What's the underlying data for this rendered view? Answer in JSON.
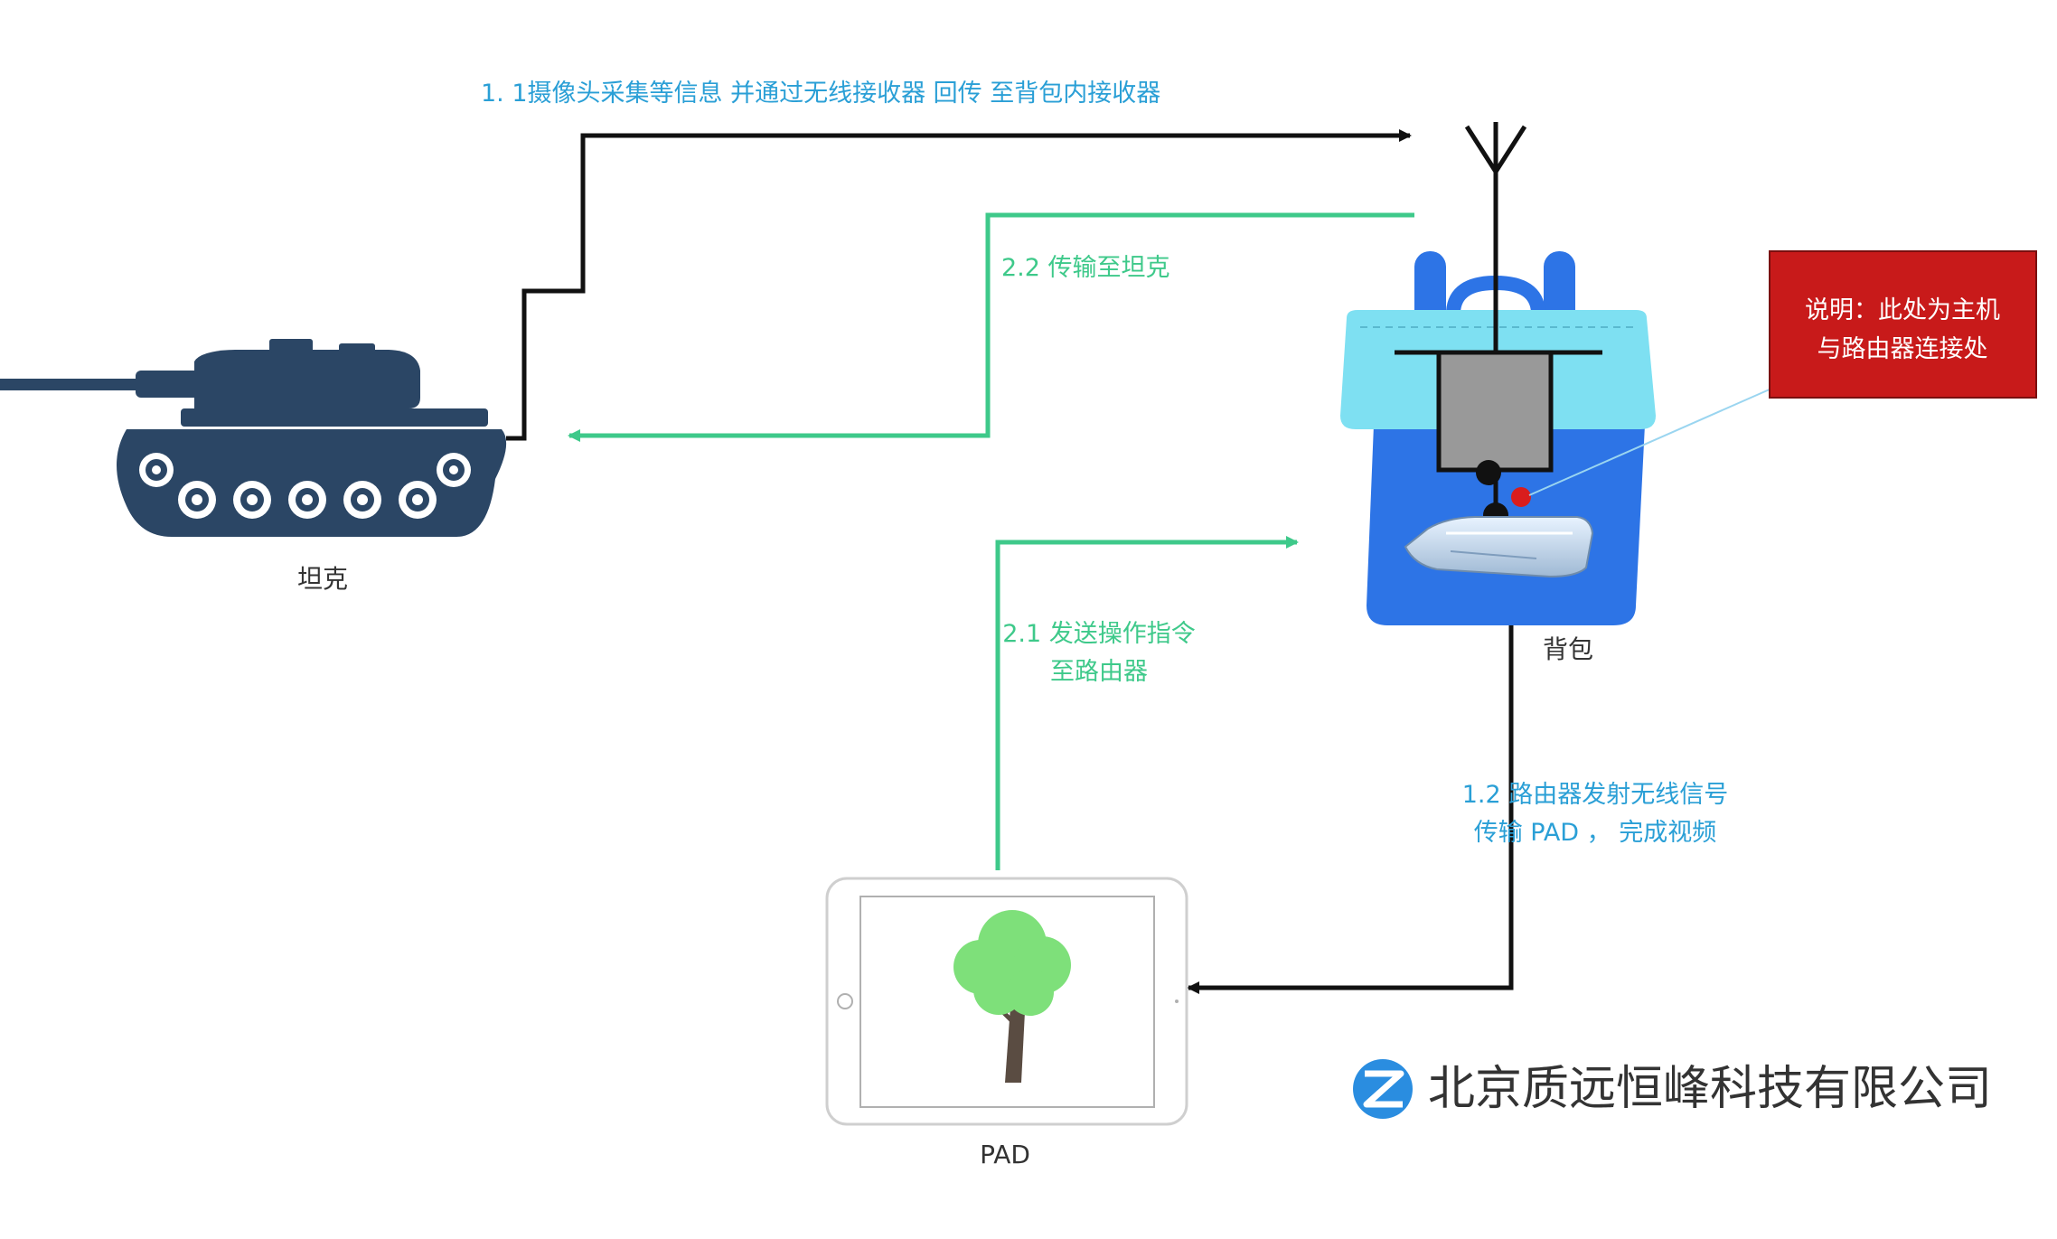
{
  "labels": {
    "step_1_1": "1. 1摄像头采集等信息 并通过无线接收器 回传 至背包内接收器",
    "step_2_2": "2.2 传输至坦克",
    "step_2_1_line1": "2.1 发送操作指令",
    "step_2_1_line2": "至路由器",
    "step_1_2_line1": "1.2 路由器发射无线信号",
    "step_1_2_line2": "传输 PAD ， 完成视频",
    "note_line1": "说明：此处为主机",
    "note_line2": "与路由器连接处"
  },
  "nodes": {
    "tank": "坦克",
    "backpack": "背包",
    "pad": "PAD"
  },
  "watermark": {
    "company": "北京质远恒峰科技有限公司"
  },
  "colors": {
    "black_line": "#111111",
    "green_line": "#3ec98a",
    "blue_label": "#2a9fd6",
    "green_label": "#3ec98a",
    "tank": "#2b4665",
    "backpack_body": "#2d74e6",
    "backpack_top": "#7ee0f2",
    "note_bg": "#c81a1a",
    "tree_green": "#7ee07a",
    "watermark_blue": "#2a8de0"
  }
}
